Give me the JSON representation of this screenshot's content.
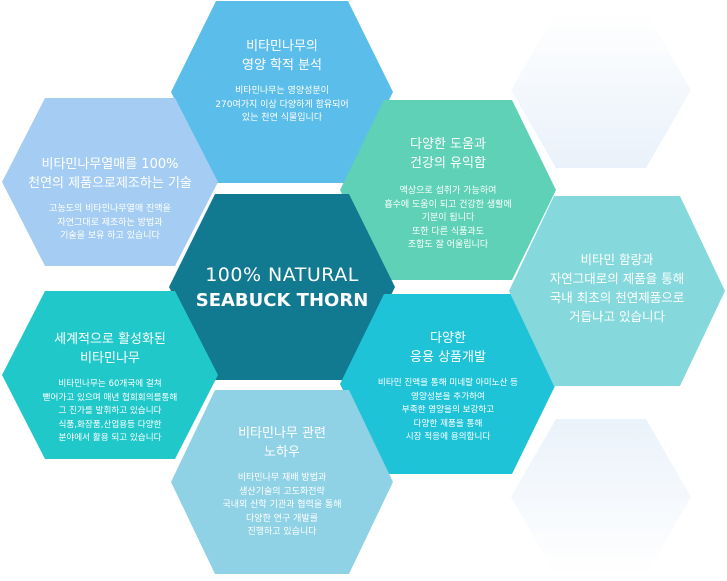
{
  "center": {
    "line1": "100% NATURAL",
    "line2": "SEABUCK THORN",
    "color": "#117a90"
  },
  "hexagons": [
    {
      "id": "nutrition",
      "title": "비타민나무의\n영양 학적 분석",
      "body": "비타민나무는 영양성분이\n270여가지 이상  다양하게 함유되어\n있는 천연 식물입니다",
      "color": "#5bbde9"
    },
    {
      "id": "technology",
      "title": "비타민나무열매를 100%\n천연의 제품으로제조하는 기술",
      "body": "고농도의 비타민나무열매 진액을\n자연그대로 제조하는 방법과\n기술을 보유 하고 있습니다",
      "color": "#a5cdf3"
    },
    {
      "id": "benefits",
      "title": "다양한 도움과\n건강의 유익함",
      "body": "액상으로 섭취가 가능하여\n흡수에 도움이 되고 건강한 생활에\n기분이 됩니다\n또한 다른 식품과도\n조합도 잘 어울립니다",
      "color": "#5ed1b6"
    },
    {
      "id": "global",
      "title": "세계적으로 활성화된\n비타민나무",
      "body": "비타민나무는 60개국에 걸쳐\n뻗어가고 있으며 매년 협회회의를통해\n그 진가를 발휘하고 있습니다\n식품,화장품,산업용등 다양한\n분야에서 활용 되고 있습니다",
      "color": "#20c8c9"
    },
    {
      "id": "applications",
      "title": "다양한\n응용 상품개발",
      "body": "비타민 진액을 통해 미네랄 아미노산 등\n영양성분을 추가하여\n부족한  영양을의 보강하고\n다양한 제품을 통해\n시장 적응에 용의합니다",
      "color": "#1fc3d8"
    },
    {
      "id": "firsts",
      "title": "비타민 함량과\n자연그대로의 제품을 통해\n국내 최초의 천연제품으로\n거듭나고 있습니다",
      "body": "",
      "color": "#85d9dc"
    },
    {
      "id": "knowhow",
      "title": "비타민나무 관련\n노하우",
      "body": "비타민나무 재배 방법과\n생산기술의 고도화전략\n국내외 산학 기관과 협력을 통해\n다양한 연구 개발를\n진행하고 있습니다",
      "color": "#8fd1e5"
    }
  ],
  "ghost_hexagons": [
    {
      "id": "ghost-top-right",
      "color": "#eef4fb"
    },
    {
      "id": "ghost-bottom-right",
      "color": "#eef4fb"
    }
  ]
}
